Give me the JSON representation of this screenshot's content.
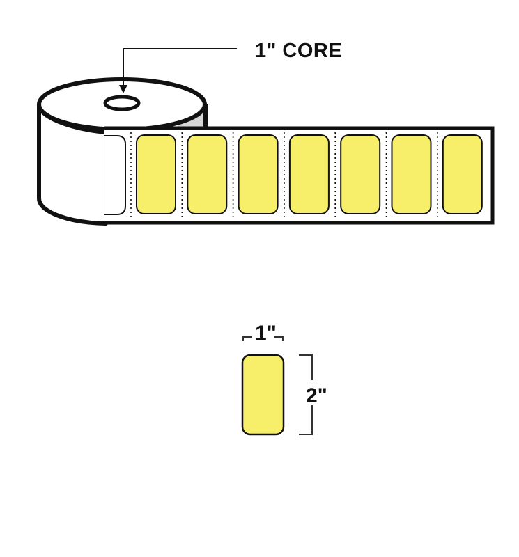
{
  "diagram": {
    "core_label": "1\" CORE",
    "label_count_on_strip": 7,
    "label_width_label": "1\"",
    "label_height_label": "2\""
  },
  "colors": {
    "label_fill": "#f7ee6a",
    "outline": "#111111",
    "roll_shadow": "#d7d7d7",
    "background": "#ffffff"
  }
}
